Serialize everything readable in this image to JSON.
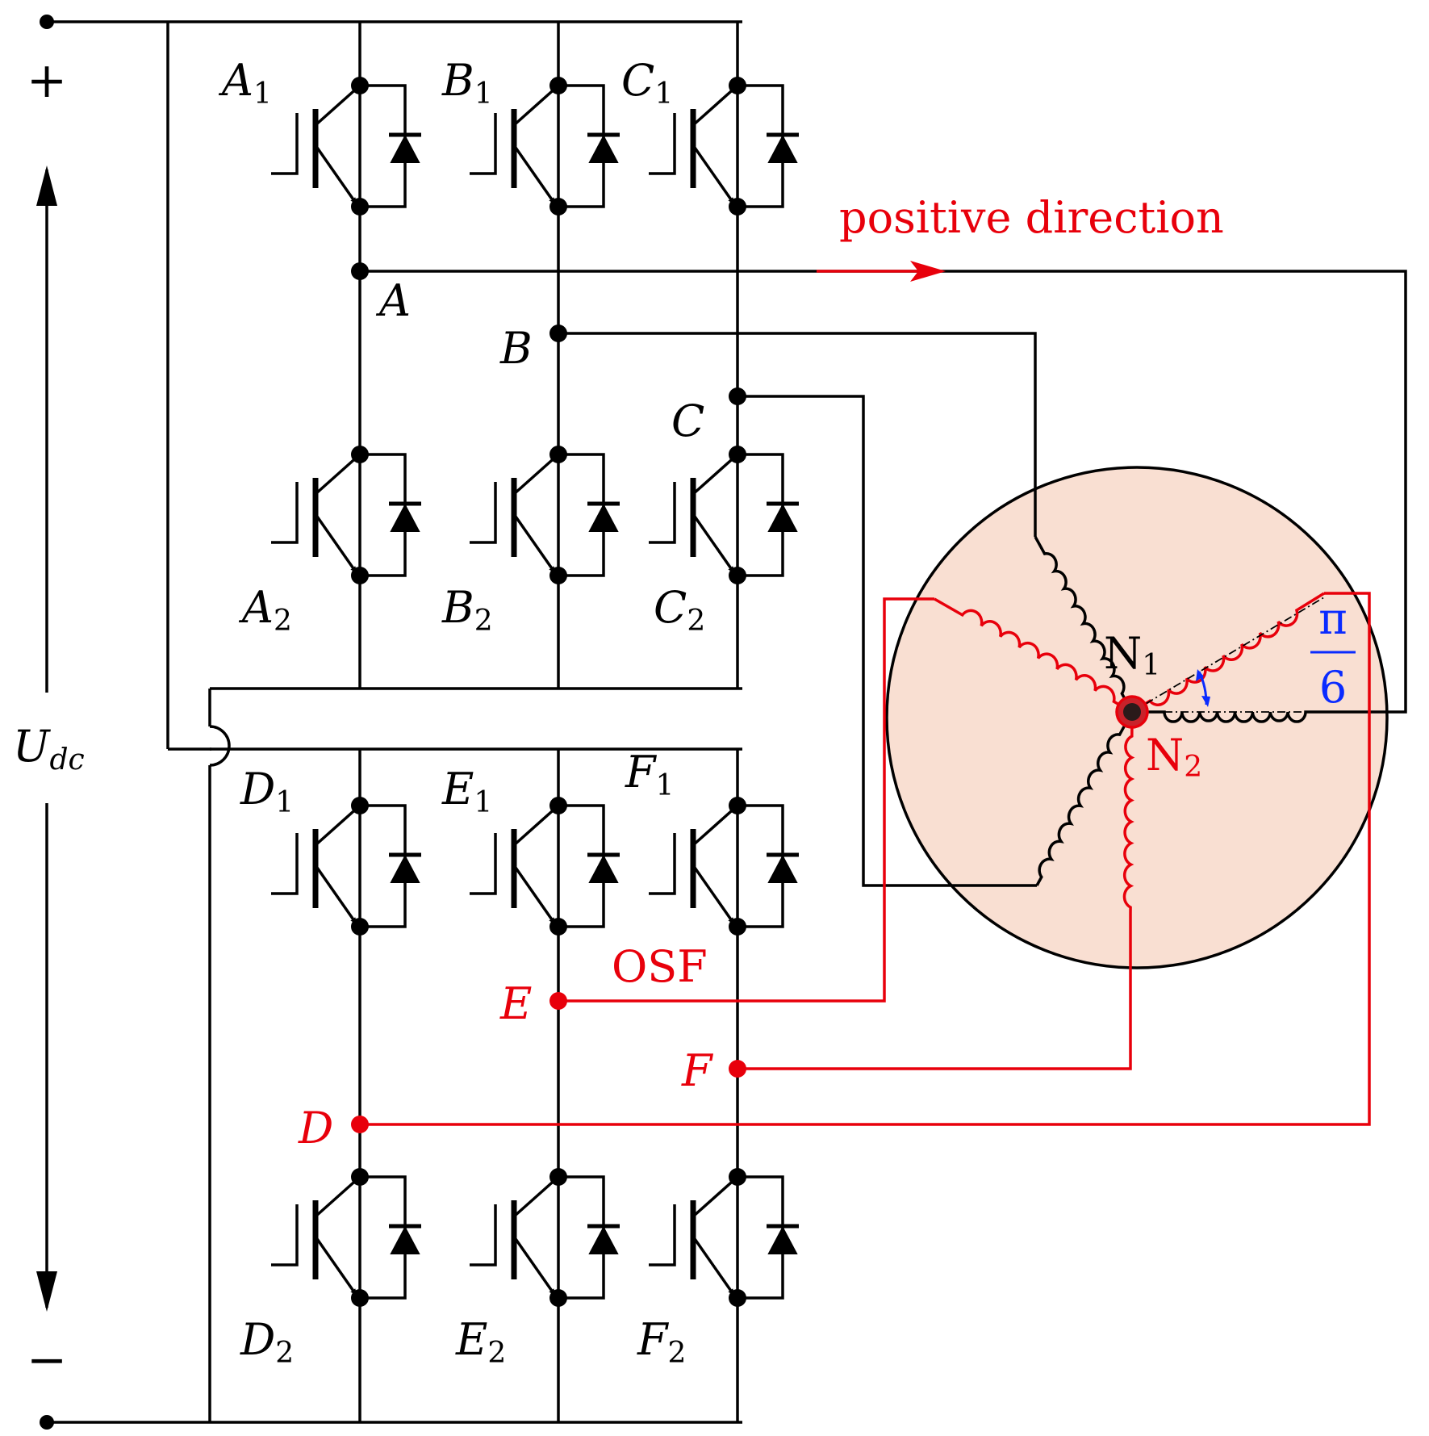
{
  "colors": {
    "wire": "#000000",
    "fault": "#e8000b",
    "angle": "#0a2bff",
    "motor_fill": "#f9dfd2"
  },
  "supply": {
    "plus": "+",
    "minus": "−",
    "voltage_main": "U",
    "voltage_sub": "dc"
  },
  "upper_inverter": {
    "phase_labels": [
      "A",
      "B",
      "C"
    ],
    "switches_top": [
      {
        "main": "A",
        "sub": "1"
      },
      {
        "main": "B",
        "sub": "1"
      },
      {
        "main": "C",
        "sub": "1"
      }
    ],
    "switches_bottom": [
      {
        "main": "A",
        "sub": "2"
      },
      {
        "main": "B",
        "sub": "2"
      },
      {
        "main": "C",
        "sub": "2"
      }
    ]
  },
  "lower_inverter": {
    "phase_labels": [
      "D",
      "E",
      "F"
    ],
    "switches_top": [
      {
        "main": "D",
        "sub": "1"
      },
      {
        "main": "E",
        "sub": "1"
      },
      {
        "main": "F",
        "sub": "1"
      }
    ],
    "switches_bottom": [
      {
        "main": "D",
        "sub": "2"
      },
      {
        "main": "E",
        "sub": "2"
      },
      {
        "main": "F",
        "sub": "2"
      }
    ]
  },
  "annotations": {
    "direction": "positive direction",
    "fault": "OSF",
    "angle_num": "π",
    "angle_den": "6"
  },
  "motor": {
    "neutral1_main": "N",
    "neutral1_sub": "1",
    "neutral2_main": "N",
    "neutral2_sub": "2"
  }
}
